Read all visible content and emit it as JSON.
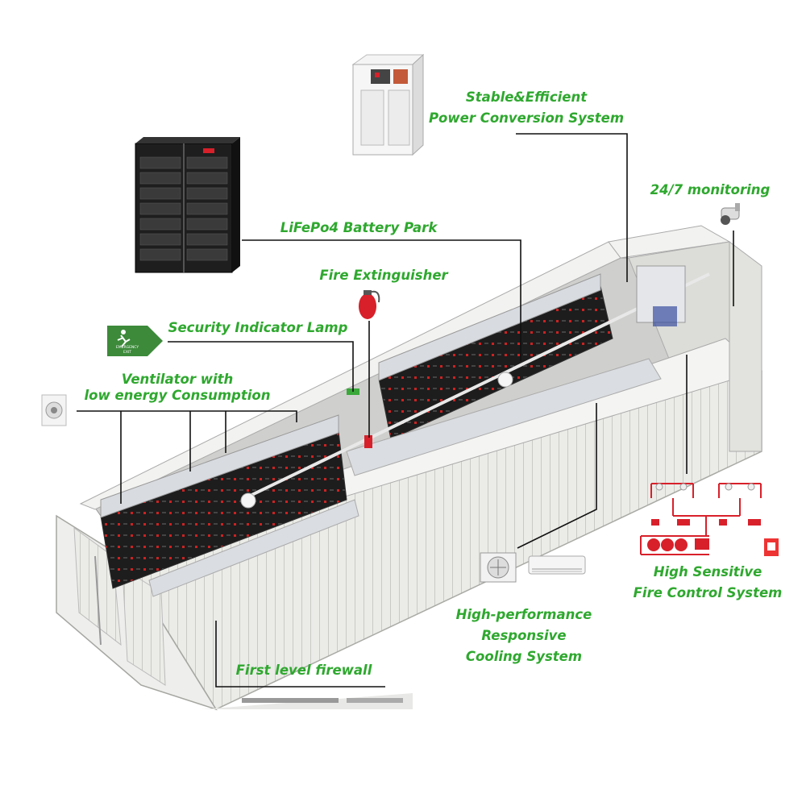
{
  "labels": {
    "pcs": [
      "Stable&Efficient",
      "Power Conversion System"
    ],
    "monitoring": "24/7 monitoring",
    "battery": "LiFePo4 Battery Park",
    "extinguisher": "Fire Extinguisher",
    "security_lamp": "Security Indicator Lamp",
    "ventilator": [
      "Ventilator with",
      "low energy Consumption"
    ],
    "fire_control": [
      "High Sensitive",
      "Fire Control System"
    ],
    "cooling": [
      "High-performance",
      "Responsive",
      "Cooling System"
    ],
    "firewall": "First level firewall"
  },
  "emergency_sign": [
    "EMERGENCY",
    "EXIT"
  ],
  "icons": {
    "camera": "security-camera-icon",
    "extinguisher": "fire-extinguisher-icon",
    "exit_sign": "emergency-exit-sign-icon",
    "fan": "ventilator-fan-icon",
    "ac_outdoor": "ac-outdoor-unit-icon",
    "ac_indoor": "ac-indoor-unit-icon"
  },
  "colors": {
    "label_green": "#2ea82e",
    "leader_line": "#111111",
    "fire_red": "#d8202a",
    "container": "#e7e7e4",
    "battery_black": "#1f1f1f"
  }
}
